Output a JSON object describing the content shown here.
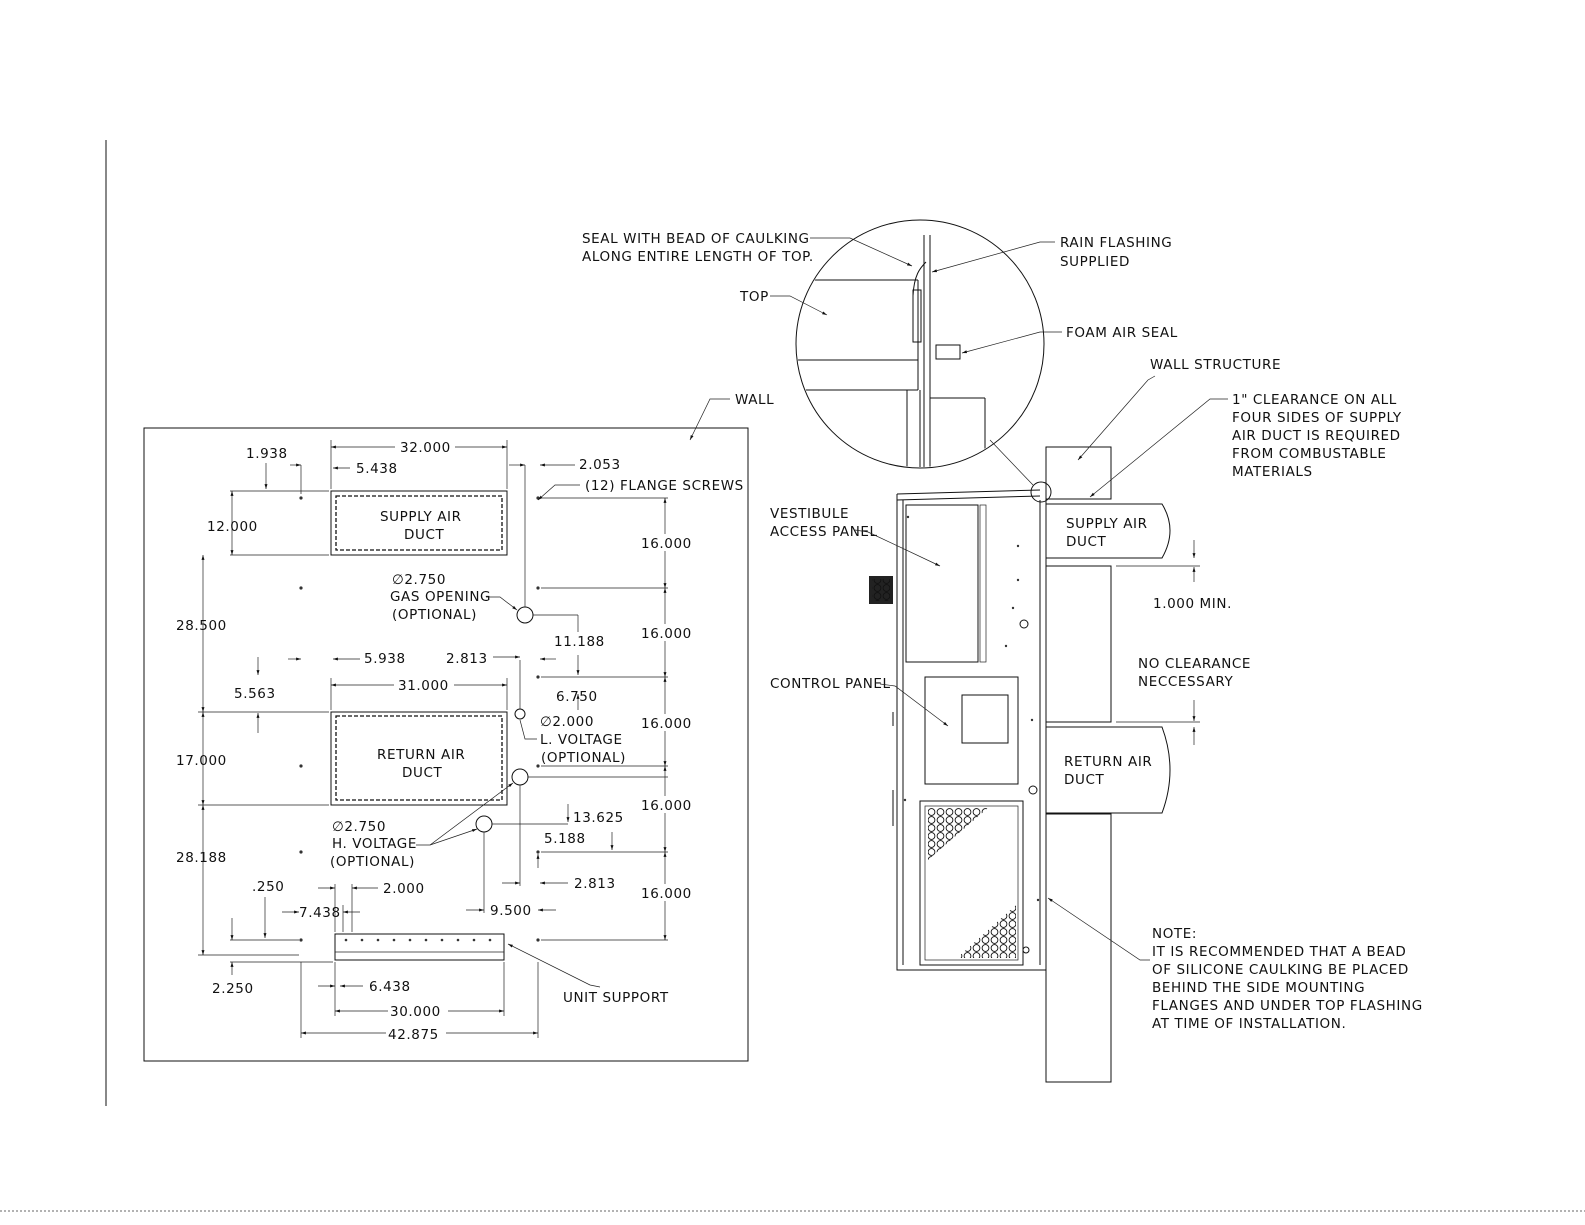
{
  "labels": {
    "wall": "WALL",
    "supply_duct_l1": "SUPPLY AIR",
    "supply_duct_l2": "DUCT",
    "return_duct_l1": "RETURN AIR",
    "return_duct_l2": "DUCT",
    "flange_screws": "(12) FLANGE SCREWS",
    "gas_dia": "∅2.750",
    "gas_l1": "GAS OPENING",
    "gas_l2": "(OPTIONAL)",
    "lv_dia": "∅2.000",
    "lv_l1": "L. VOLTAGE",
    "lv_l2": "(OPTIONAL)",
    "hv_dia": "∅2.750",
    "hv_l1": "H. VOLTAGE",
    "hv_l2": "(OPTIONAL)",
    "unit_support": "UNIT SUPPORT",
    "seal_l1": "SEAL WITH BEAD OF CAULKING",
    "seal_l2": "ALONG ENTIRE LENGTH OF TOP.",
    "rain_l1": "RAIN FLASHING",
    "rain_l2": "SUPPLIED",
    "top": "TOP",
    "foam": "FOAM AIR SEAL",
    "wall_structure": "WALL STRUCTURE",
    "clear_l1": "1\" CLEARANCE ON ALL",
    "clear_l2": "FOUR SIDES OF SUPPLY",
    "clear_l3": "AIR DUCT IS REQUIRED",
    "clear_l4": "FROM COMBUSTABLE",
    "clear_l5": "MATERIALS",
    "vest_l1": "VESTIBULE",
    "vest_l2": "ACCESS PANEL",
    "side_supply_l1": "SUPPLY AIR",
    "side_supply_l2": "DUCT",
    "min": "1.000 MIN.",
    "noclear_l1": "NO CLEARANCE",
    "noclear_l2": "NECCESSARY",
    "control_panel": "CONTROL PANEL",
    "side_return_l1": "RETURN AIR",
    "side_return_l2": "DUCT",
    "note_title": "NOTE:",
    "note_l1": "IT IS RECOMMENDED THAT A BEAD",
    "note_l2": "OF SILICONE CAULKING BE PLACED",
    "note_l3": "BEHIND THE SIDE MOUNTING",
    "note_l4": "FLANGES AND UNDER TOP FLASHING",
    "note_l5": "AT TIME OF INSTALLATION."
  },
  "dims": {
    "d1938": "1.938",
    "d32000": "32.000",
    "d5438": "5.438",
    "d2053": "2.053",
    "d12000": "12.000",
    "d16000a": "16.000",
    "d28500": "28.500",
    "d16000b": "16.000",
    "d11188": "11.188",
    "d5938": "5.938",
    "d2813a": "2.813",
    "d31000": "31.000",
    "d5563": "5.563",
    "d6750": "6.750",
    "d16000c": "16.000",
    "d17000": "17.000",
    "d13625": "13.625",
    "d16000d": "16.000",
    "d5188": "5.188",
    "d28188": "28.188",
    "d250": ".250",
    "d2000": "2.000",
    "d2813b": "2.813",
    "d7438": "7.438",
    "d9500": "9.500",
    "d16000e": "16.000",
    "d2250": "2.250",
    "d6438": "6.438",
    "d30000": "30.000",
    "d42875": "42.875"
  }
}
